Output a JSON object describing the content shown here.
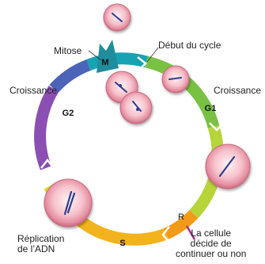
{
  "labels": {
    "mitose": "Mitose",
    "debut": "Début du cycle",
    "croissance_left": "Croissance",
    "croissance_right": "Croissance",
    "replication_1": "Réplication",
    "replication_2": "de l’ADN",
    "decide_1": "La cellule",
    "decide_2": "décide de",
    "decide_3": "continuer ou non"
  },
  "phases": {
    "m": "M",
    "g1": "G1",
    "g2": "G2",
    "s": "S",
    "r": "R"
  },
  "colors": {
    "m_phase": "#1aa6b5",
    "g1_phase": "#7fc242",
    "s_phase": "#f3b51d",
    "g2_phase": "#8a4fb0",
    "restriction": "#a62c8c",
    "cell_fill": "#f7c5cf",
    "cell_border": "#c86a80"
  }
}
